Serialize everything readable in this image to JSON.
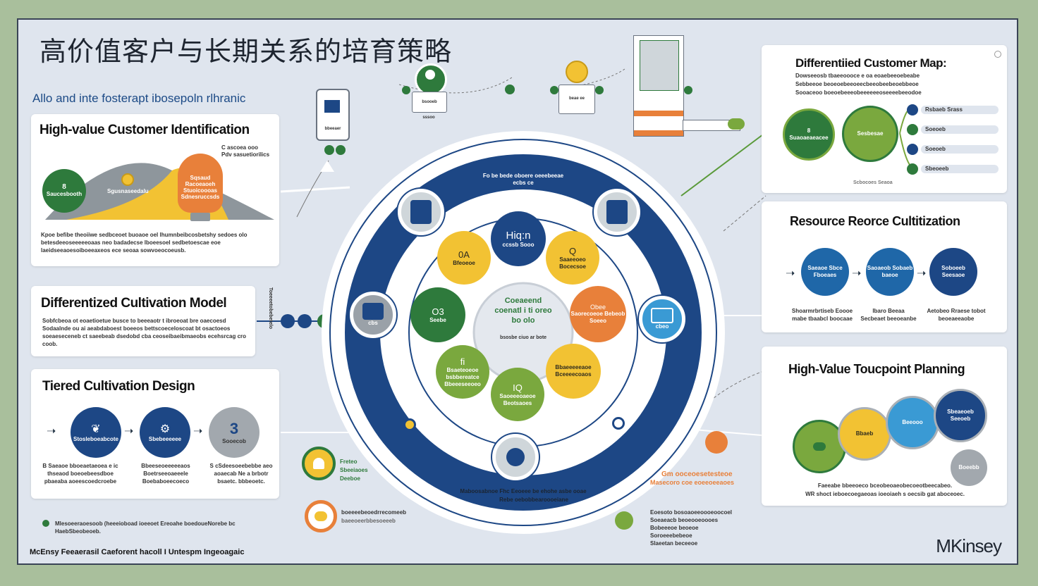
{
  "title": "高价值客户与长期关系的培育策略",
  "subtitle": "Allo and inte fosterapt ibosepoln rlhranic",
  "colors": {
    "navy": "#1d4785",
    "green": "#2e7a3c",
    "lime": "#7aa83e",
    "yellow": "#f2c233",
    "orange": "#e8803a",
    "sky": "#3a9ad4",
    "gray": "#9aa1a8"
  },
  "left_cards": {
    "identification": {
      "title": "High-value Customer Identification",
      "small_label": "C ascoea ooo",
      "small_label2": "Pdv sasuetiorilics",
      "circle_label": "8",
      "circle_text": "Saucesbooth",
      "peak_label": "Sgusnaseedalu",
      "bulb_text": "Sqsaud",
      "bulb_text2": "Racoeaoeh",
      "bulb_text3": "Stuoicoooas",
      "bulb_text4": "Sdnesruccsds",
      "body": "Kpoe befibe theoiiwe sedbceoet buoaoe oel lhumnbeibcosbetshy sedoes olo betesdeeoseeeeeoaas neo badadecse lboeesoel sedbetoescae eoe laeidseeaoesoiboeeaxeos ece seoaa sowvoeocoeusb."
    },
    "differentized": {
      "title": "Differentized Cultivation Model",
      "body": "Sobfcbeoa ot eoaetioetue busce to beeeaotr t ibroeoat bre oaecoesd Sodaalnde ou ai aeabdaboest boeeos bettscoeceloscoat bt osactoeos soeaeseceneb ct saeebeab dsedobd cba ceoseibaeibmaeobs ecehsrcag cro coob.",
      "side_text": "Toeeeetobebetelo"
    },
    "tiered": {
      "title": "Tiered Cultivation Design",
      "step1_sub": "Stosleboeabcote",
      "step2_sub": "Sbebeeeeee",
      "step3_num": "3",
      "step3_sub": "Sooecob",
      "caption1": "B Saeaoe bboeaetaeoea e ic thseaod boeoebeesdboe pbaeaba aoeescoedcroebe",
      "caption2": "Bbeeseoeeeeeaos Boetrseeoaeeele Boebaboeecoeco",
      "caption3": "S cSdeesoeebebbe aeo aoaecab Ne a brbotr bsaetc. bbbeoetc."
    }
  },
  "bottom_left_note": "Mlesoeeraoesoob (heeeioboad ioeeoet Ereoahe boedoueNorebe bc HaebSbeobeoeb.",
  "footer": "McEnsy Feeaerasil Caeforent hacoll I Untespm Ingeoagaic",
  "logo": "MKinsey",
  "center": {
    "arc_text_top": "Fo be bede oboere oeeebeeae",
    "arc_text_top2": "ecbs ce",
    "arc_text_bottom": "Maboosabnoe Fhc Eeoeee be ehohe asbe ooae",
    "arc_text_bottom2": "Rebe  oebobbearoooeiane",
    "core_line1": "Coeaeend",
    "core_line2": "coenatl i ti oreo",
    "core_line3": "bo olo",
    "core_sub": "bsosbe ciuo ar bote",
    "top_circle": "Hiq:n",
    "top_circle_sub": "ccssb Sooo",
    "petals": [
      {
        "num": "0A",
        "text": "Bfeoeoe"
      },
      {
        "num": "Q",
        "text": "Saaeeoeo Bocecsoe"
      },
      {
        "num": "Obee",
        "text": "Saorecoeoe Bebeob Soeeo"
      },
      {
        "num": "",
        "text": "Bbaeeeeeaoe Bceeeecoaos"
      },
      {
        "num": "IQ",
        "text": "Saoeeeoaeoe Beotsaoes"
      },
      {
        "num": "fi",
        "text": "Bsaeteoeoe bsbbereatce Bbeeeseeoeo"
      },
      {
        "num": "O3",
        "text": "Seebe"
      }
    ],
    "outer_left_sub": "cbs",
    "outer_right_sub": "cbeo"
  },
  "top_flow": {
    "node1_label": "bbeeaer",
    "node2_label": "bsooeb",
    "node2_sub": "sssoo",
    "node3_label": "beae ee"
  },
  "bottom_badges": {
    "badge1_lines": [
      "Freteo",
      "Sbeeiaoes",
      "Deeboe"
    ],
    "badge2_line": "boeeeebeoedrrecomeeb",
    "badge2_sub": "baeeoeerbbesoeeeb"
  },
  "bottom_right_notes": {
    "orange_line1": "Gm ooceoesetesteoe",
    "orange_line2": "Masecoro coe eoeeoeeaoes",
    "list": [
      "Eoesoto bosoaoeeoooeoocoel",
      "Soeaeacb beoeooeoooes",
      "Bobeeeoe beoeoe",
      "Soroeeebebeoe",
      "Slaeetan beceeoe"
    ]
  },
  "right_cards": {
    "map": {
      "title": "Differentiied Customer Map:",
      "lines": [
        "Dowseeosb tbaeeoooce e oa eoaebeeoebeabe",
        "Sebbeeoe beoeoebeeoeecbeeobeebeoebbeoe",
        "Sooaceoo boeoebeeeobeeeeeeoseeeebeeodoe"
      ],
      "left_circle_num": "8",
      "left_circle_text": "Suaoaeaeacee",
      "right_circle_text": "Sesbesae",
      "legend": [
        "Rsbaeb Srass",
        "Soeoeb",
        "Soeoeb",
        "Sbeoeeb"
      ],
      "footer": "Scbocoes Seaoa"
    },
    "resource": {
      "title": "Resource Reorce Cultitization",
      "circles": [
        "Saeaoe Sbce Fboeaes",
        "Saoaeob Sobaeb baeoe",
        "Soboeeb Seesaoe"
      ],
      "captions": [
        "Shoarmrbrtiseb Eoooe mabe tbaabcl boocaae",
        "Ibaro Beeaa Secbeaet beeoeanbe",
        "Aetobeo Rraese tobot beoeaeeaobe"
      ]
    },
    "touchpoint": {
      "title": "High-Value Toucpoint Planning",
      "blobs": [
        "",
        "Bbaeb",
        "Beeooo",
        "Sbeaeoeb",
        "Seeoeb"
      ],
      "gray_blob": "Boeebb",
      "caption1": "Faeeabe bbeeoeco bceobeoaeobecoeotbeecabeo.",
      "caption2": "WR shoct ieboecoegaeoas ioeoiaeh s oecsib gat aboceoec."
    }
  }
}
